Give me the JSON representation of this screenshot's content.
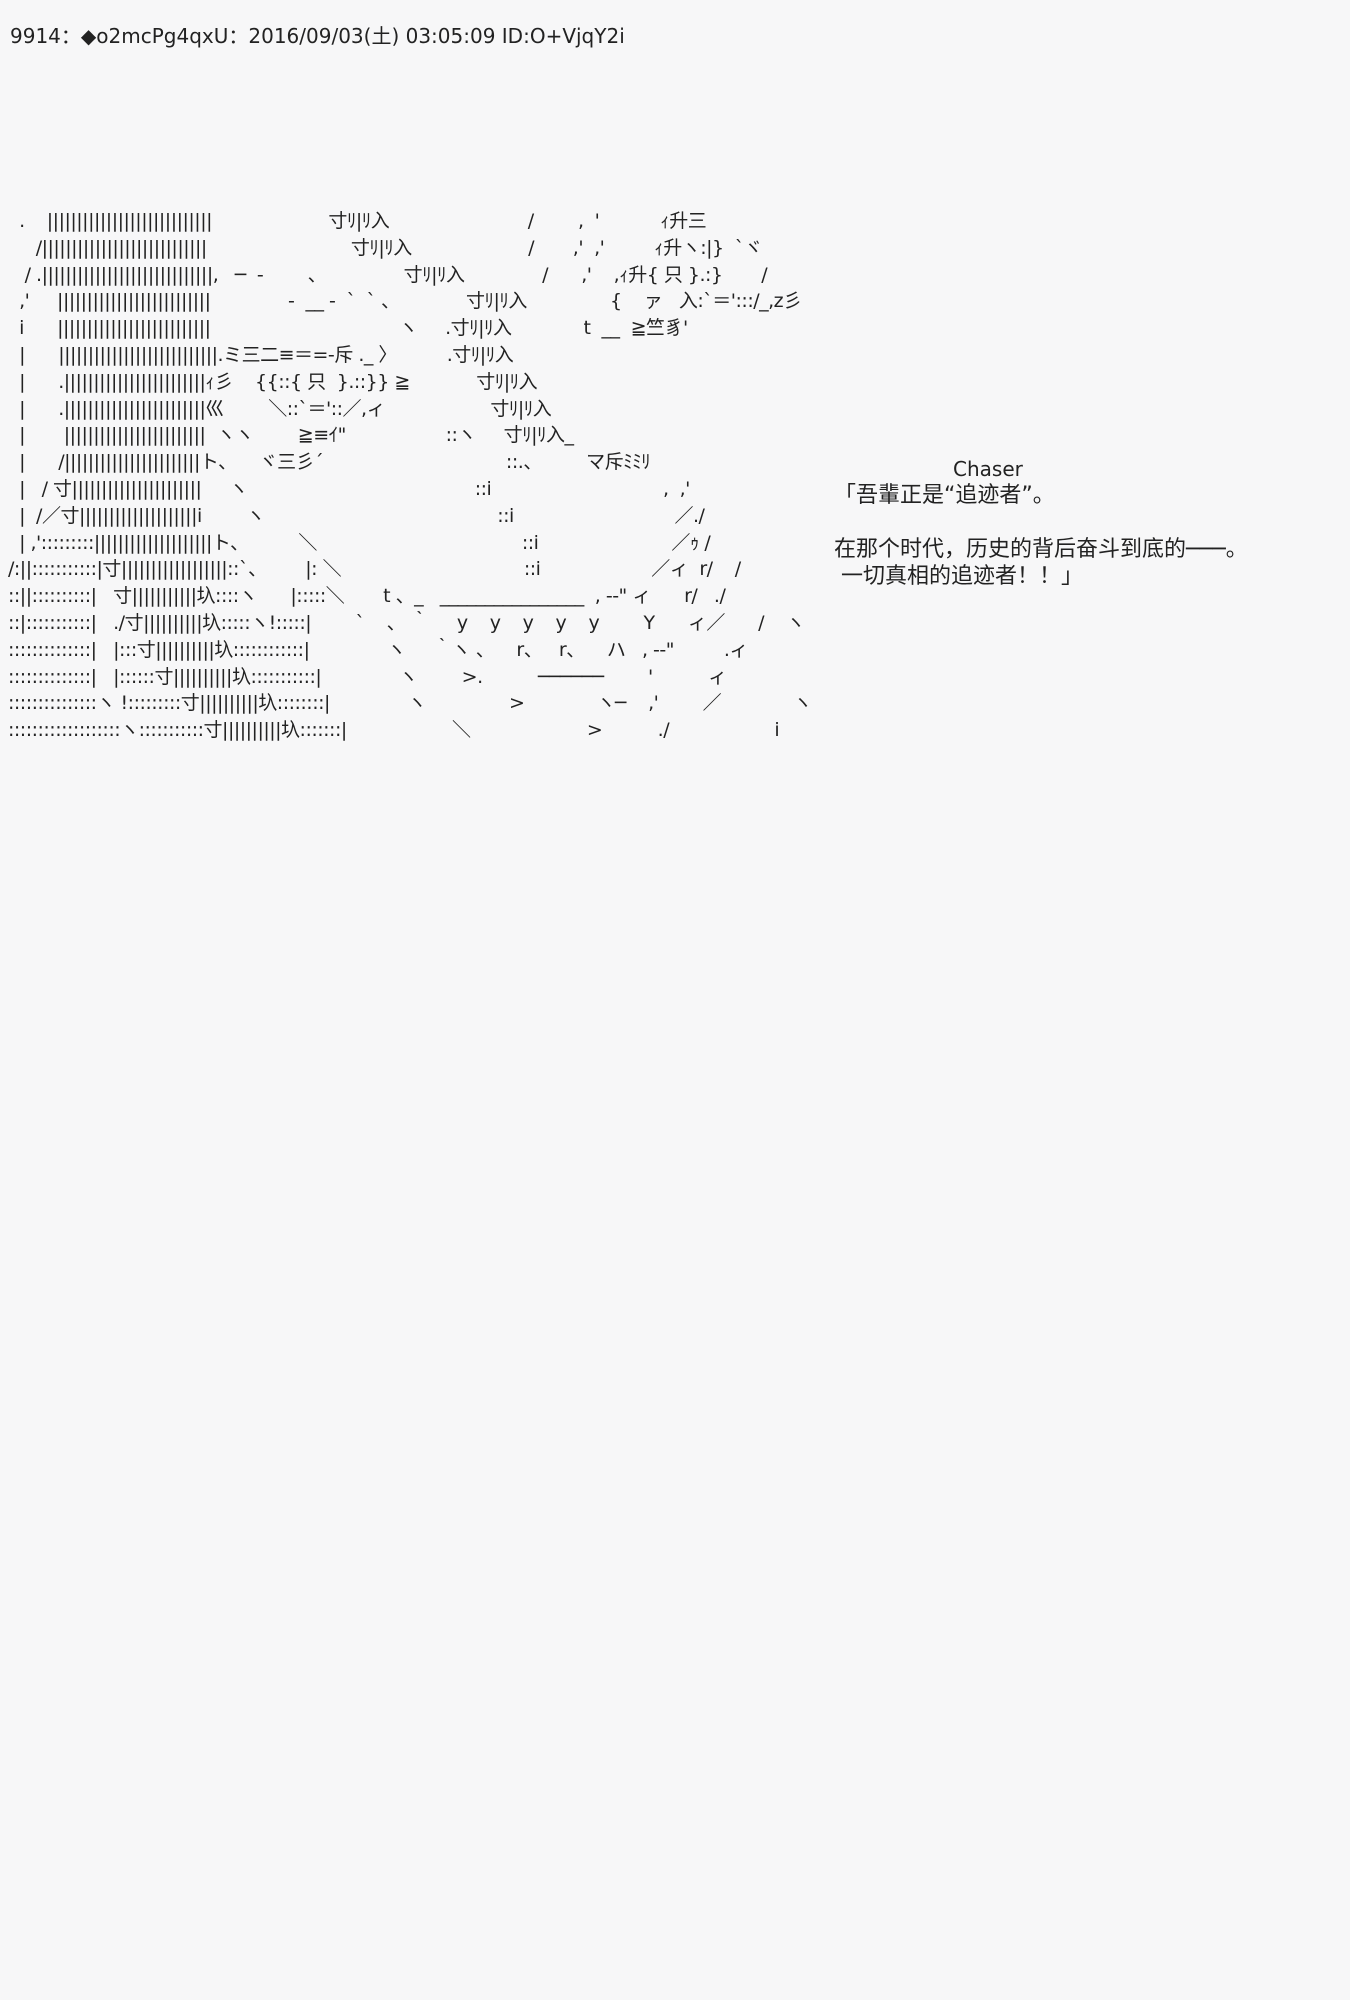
{
  "post": {
    "header": "9914：◆o2mcPg4qxU：2016/09/03(土) 03:05:09 ID:O+VjqY2i"
  },
  "ascii_art": "  .    ||||||||||||||||||||||||||||                     寸ﾘ|ﾘ入                         /        ,  '           ｨ升三\n     /||||||||||||||||||||||||||||                          寸ﾘ|ﾘ入                     /       ,'  ,'         ｨ升ヽ:|}  `ヾ\n   / .|||||||||||||||||||||||||||||,   ─  ‐        、              寸ﾘ|ﾘ入              /      ,'    ,ｨ升{ 只 }.:}       /\n  ,'     ||||||||||||||||||||||||||              -  __ ‐  `  ` 、            寸ﾘ|ﾘ入               {    ァ   入:`＝':::/_,z彡\n  i      ||||||||||||||||||||||||||                                  ヽ     .寸ﾘ|ﾘ入             t  __  ≧竺豸'\n  |      |||||||||||||||||||||||||||.ミ三二≡＝=‐斥 ._ 〉         .寸ﾘ|ﾘ入\n  |      .||||||||||||||||||||||||ｨ彡    {{::{ 只  }.::}} ≧            寸ﾘ|ﾘ入\n  |      .||||||||||||||||||||||||巛        ＼::`＝'::／,ィ                   寸ﾘ|ﾘ入\n  |       ||||||||||||||||||||||||  ヽヽ        ≧≡ｲ\"                  ::ヽ     寸ﾘ|ﾘ入_\n  |      /|||||||||||||||||||||||ト、    ヾ三彡´                                 ::.、        マ斥ﾐﾐﾘ\n  |   / 寸||||||||||||||||||||||     ヽ                                         ::i                               ,  ,'\n  |  /／寸||||||||||||||||||||i        ヽ                                          ::i                             ／./\n  | ,':::::::::||||||||||||||||||||ト、         ＼                                     ::i                        ／ｩ /\n/:||:::::::::::|寸||||||||||||||||||::`、       |: ＼                                 ::i                    ／ィ  r/    /\n::||::::::::::|   寸|||||||||||圦::::ヽ      |:::::＼       t 、_   ________________  , -‐\" ィ      r/   ./\n::|:::::::::::|   ./寸||||||||||圦:::::ヽ!:::::|        `    、 ｀     y    y    y    y    y        Y      ィ／      /    ヽ\n::::::::::::::|   |:::寸||||||||||圦::::::::::::|              ヽ     ｀ヽ 、    r、   r、    ハ   , -‐\"         .ィ            ヽ\n::::::::::::::|   |::::::寸||||||||||圦:::::::::::|              ヽ        >.          ──────        '          ィ                         i\n:::::::::::::::ヽ !:::::::::寸||||||||||圦::::::::|              ヽ               >             ヽ─    ,'        ／             ヽ      !\n:::::::::::::::::::ヽ:::::::::::寸||||||||||圦:::::::|                   ＼                     >          ./                   i     !",
  "dialogue": {
    "speaker": "Chaser",
    "text": "「吾輩正是“追迹者”。\n\n在那个时代，历史的背后奋斗到底的───。\n 一切真相的追迹者！！」"
  }
}
